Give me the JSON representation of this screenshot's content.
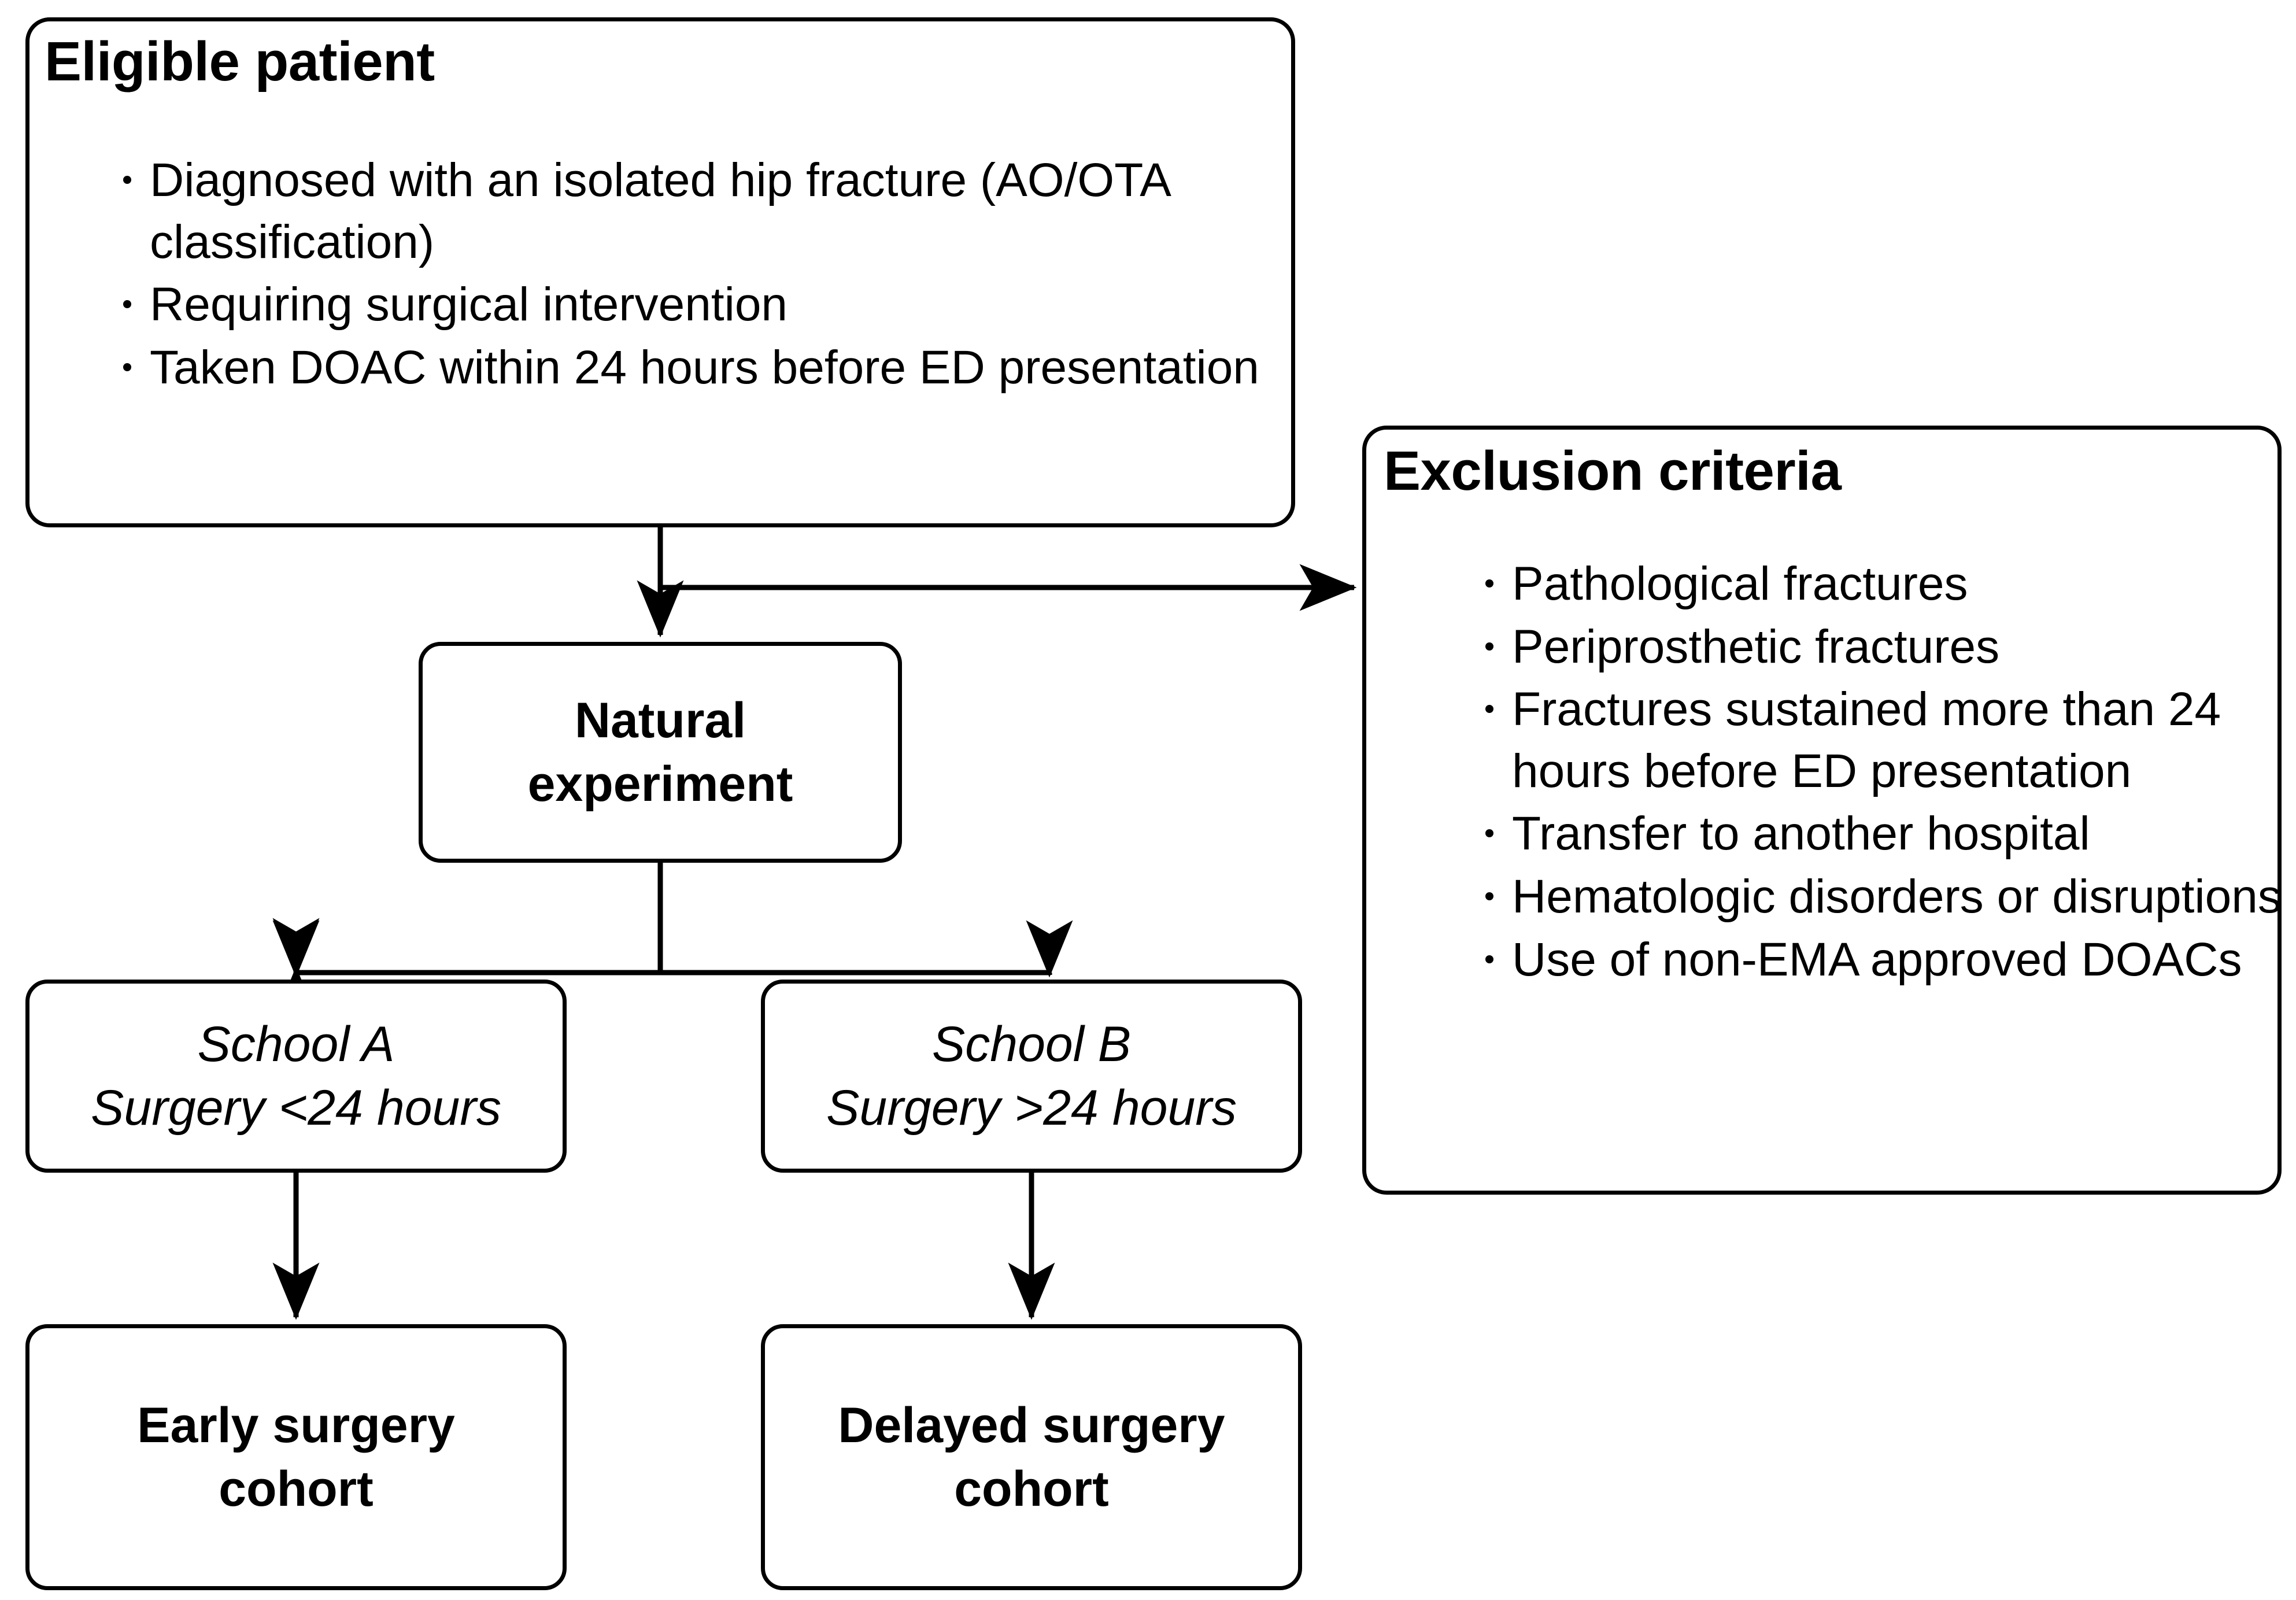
{
  "diagram": {
    "type": "flowchart",
    "nodes": {
      "eligible": {
        "title": "Eligible patient",
        "bullets": [
          "Diagnosed with an isolated hip fracture (AO/OTA classification)",
          "Requiring surgical intervention",
          "Taken DOAC within 24 hours before ED presentation"
        ]
      },
      "exclusion": {
        "title": "Exclusion criteria",
        "bullets": [
          "Pathological fractures",
          "Periprosthetic fractures",
          "Fractures sustained more than 24 hours before ED presentation",
          "Transfer to another hospital",
          "Hematologic disorders or disruptions",
          "Use of non-EMA approved DOACs"
        ]
      },
      "natural_experiment": {
        "label": "Natural\nexperiment"
      },
      "school_a": {
        "label": "School A\nSurgery <24 hours"
      },
      "school_b": {
        "label": "School B\nSurgery >24 hours"
      },
      "early_cohort": {
        "label": "Early surgery\ncohort"
      },
      "delayed_cohort": {
        "label": "Delayed surgery\ncohort"
      }
    },
    "edges": [
      {
        "from": "eligible",
        "to": "natural_experiment",
        "style": "arrow-down"
      },
      {
        "from": "eligible",
        "to": "exclusion",
        "style": "arrow-right"
      },
      {
        "from": "natural_experiment",
        "to": "school_a",
        "style": "arrow-down-branch"
      },
      {
        "from": "natural_experiment",
        "to": "school_b",
        "style": "arrow-down-branch"
      },
      {
        "from": "school_a",
        "to": "early_cohort",
        "style": "arrow-down"
      },
      {
        "from": "school_b",
        "to": "delayed_cohort",
        "style": "arrow-down"
      }
    ],
    "colors": {
      "stroke": "#000000",
      "background": "#ffffff",
      "text": "#000000"
    }
  }
}
